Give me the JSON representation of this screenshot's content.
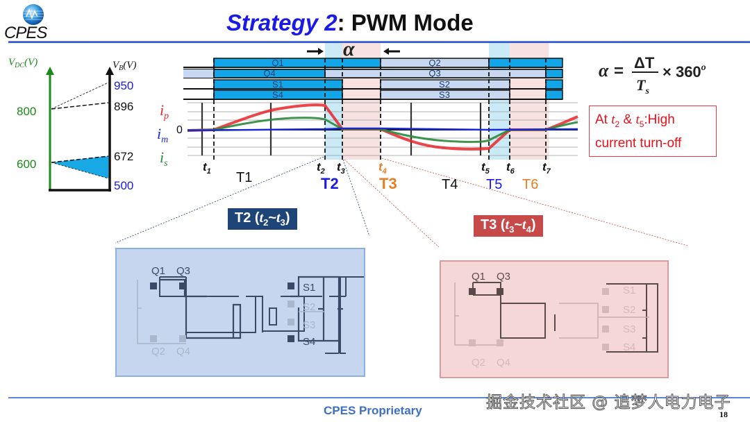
{
  "header": {
    "logo_text": "CPES",
    "title_accent": "Strategy 2",
    "title_rest": ": PWM Mode"
  },
  "voltage_chart": {
    "vdc_axis_label": "V_DC(V)",
    "vb_axis_label": "V_B(V)",
    "vdc_ticks": [
      "800",
      "600"
    ],
    "vb_ticks_blue": [
      "950",
      "500"
    ],
    "vb_ticks_black": [
      "896",
      "672"
    ],
    "colors": {
      "vdc": "#1b8a1b",
      "vb_blue": "#1a1ae6",
      "fill": "#18a8e6"
    }
  },
  "waveform": {
    "alpha_symbol": "α",
    "gate_signals": [
      {
        "name": "Q1",
        "label": "Q1"
      },
      {
        "name": "Q4",
        "label": "Q4"
      },
      {
        "name": "S1",
        "label": "S1"
      },
      {
        "name": "S4",
        "label": "S4"
      }
    ],
    "gate_signals_2": [
      {
        "name": "Q2",
        "label": "Q2"
      },
      {
        "name": "Q3",
        "label": "Q3"
      },
      {
        "name": "S2",
        "label": "S2"
      },
      {
        "name": "S3",
        "label": "S3"
      }
    ],
    "current_labels": {
      "ip": "i",
      "ip_sub": "p",
      "im": "i",
      "im_sub": "m",
      "is": "i",
      "is_sub": "s",
      "zero": "0"
    },
    "time_marks": [
      "t1",
      "t2",
      "t3",
      "t4",
      "t5",
      "t6",
      "t7"
    ],
    "periods": [
      {
        "label": "T1",
        "color": "#111111"
      },
      {
        "label": "T2",
        "color": "#1a1ae6"
      },
      {
        "label": "T3",
        "color": "#e67e22"
      },
      {
        "label": "T4",
        "color": "#111111"
      },
      {
        "label": "T5",
        "color": "#1a1ae6"
      },
      {
        "label": "T6",
        "color": "#e67e22"
      }
    ],
    "colors": {
      "ip": "#e8262a",
      "im": "#1a2ad0",
      "is": "#2a8a3a",
      "on_bar": "#12a6e8",
      "off_bar": "#c8d8f0",
      "t2_shade": "#bfe6f5",
      "t3_shade": "#f7dede"
    }
  },
  "formula": {
    "lhs": "α",
    "eq": "=",
    "numerator": "ΔT",
    "denominator": "T",
    "denominator_sub": "s",
    "times": "× 360",
    "degree": "o"
  },
  "note": {
    "line1_prefix": "At ",
    "t2": "t",
    "t2_sub": "2",
    "amp": " & ",
    "t5": "t",
    "t5_sub": "5",
    "line1_suffix": ":High",
    "line2": "current turn-off"
  },
  "panels": {
    "t2": {
      "tag": "T2 (",
      "a": "t",
      "a_sub": "2",
      "tilde": "~",
      "b": "t",
      "b_sub": "3",
      "close": ")",
      "labels": [
        "Q1",
        "Q3",
        "Q2",
        "Q4",
        "S1",
        "S2",
        "S3",
        "S4"
      ]
    },
    "t3": {
      "tag": "T3 (",
      "a": "t",
      "a_sub": "3",
      "tilde": "~",
      "b": "t",
      "b_sub": "4",
      "close": ")",
      "labels": [
        "Q1",
        "Q3",
        "Q2",
        "Q4",
        "S1",
        "S2",
        "S3",
        "S4"
      ]
    }
  },
  "footer": {
    "proprietary": "CPES Proprietary",
    "page_number": "18",
    "watermark": "掘金技术社区 @ 追梦人电力电子"
  }
}
